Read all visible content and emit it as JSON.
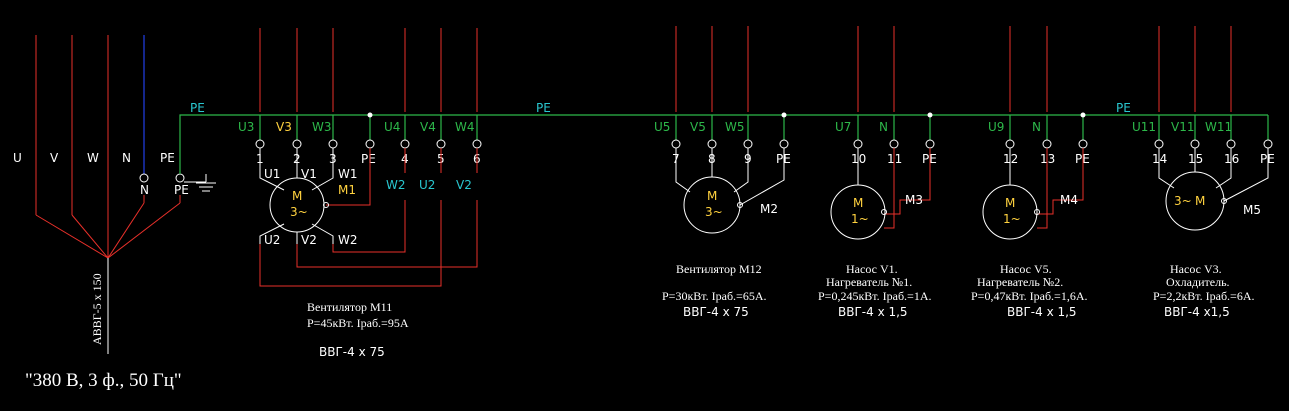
{
  "feeder": {
    "phase_labels": [
      "U",
      "V",
      "W",
      "N",
      "PE"
    ],
    "pe_node_label": "PE",
    "n_node_label": "N",
    "cable": "АВВГ-5 х 150",
    "supply": "\"380 В, 3 ф., 50 Гц\""
  },
  "bus": {
    "labels": [
      "PE",
      "PE",
      "PE"
    ]
  },
  "groups": [
    {
      "terminal_labels": [
        "U3",
        "V3",
        "W3",
        "U4",
        "V4",
        "W4"
      ],
      "terminal_numbers": [
        "1",
        "2",
        "3",
        "PE",
        "4",
        "5",
        "6"
      ],
      "motor": {
        "symbol": "M",
        "type": "3~",
        "designation": "M1"
      },
      "winding_labels": [
        "U1",
        "V1",
        "W1",
        "U2",
        "V2",
        "W2"
      ],
      "side_labels": [
        "W2",
        "U2",
        "V2"
      ],
      "title": "Вентилятор М11",
      "specs": "P=45кВт.  Iраб.=95А",
      "cable": "ВВГ-4 х 75"
    },
    {
      "terminal_labels": [
        "U5",
        "V5",
        "W5"
      ],
      "terminal_numbers": [
        "7",
        "8",
        "9",
        "PE"
      ],
      "motor": {
        "symbol": "M",
        "type": "3~",
        "designation": "M2"
      },
      "title": "Вентилятор М12",
      "specs": "P=30кВт.    Iраб.=65А.",
      "cable": "ВВГ-4 х 75"
    },
    {
      "terminal_labels": [
        "U7",
        "N"
      ],
      "terminal_numbers": [
        "10",
        "11",
        "PE"
      ],
      "motor": {
        "symbol": "M",
        "type": "1~",
        "designation": "M3"
      },
      "title": "Насос V1.",
      "subtitle": "Нагреватель №1.",
      "specs": "P=0,245кВт. Iраб.=1А.",
      "cable": "ВВГ-4 х 1,5"
    },
    {
      "terminal_labels": [
        "U9",
        "N"
      ],
      "terminal_numbers": [
        "12",
        "13",
        "PE"
      ],
      "motor": {
        "symbol": "M",
        "type": "1~",
        "designation": "M4"
      },
      "title": "Насос V5.",
      "subtitle": "Нагреватель №2.",
      "specs": "P=0,47кВт.   Iраб.=1,6А.",
      "cable": "ВВГ-4 х 1,5"
    },
    {
      "terminal_labels": [
        "U11",
        "V11",
        "W11"
      ],
      "terminal_numbers": [
        "14",
        "15",
        "16",
        "PE"
      ],
      "motor": {
        "symbol": "M",
        "type": "3~",
        "designation": "M5"
      },
      "title": "Насос V3.",
      "subtitle": "Охладитель.",
      "specs": "P=2,2кВт.  Iраб.=6А.",
      "cable": "ВВГ-4 х1,5"
    }
  ],
  "colors": {
    "background": "#000000",
    "phase": "#e8302a",
    "neutral": "#1f3bd6",
    "ground": "#2db84a",
    "terminal_label": "#2db84a",
    "side_label": "#29c6cf",
    "motor_text": "#ffd23f",
    "text": "#ffffff"
  }
}
